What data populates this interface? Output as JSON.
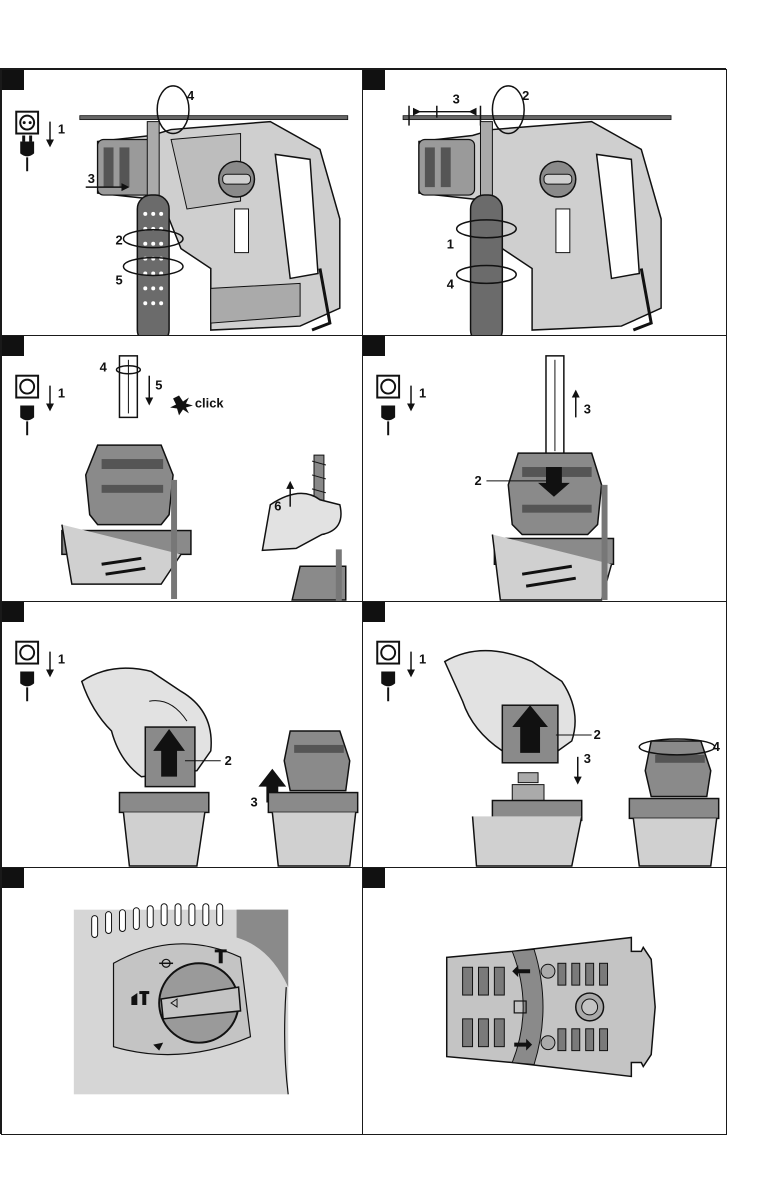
{
  "panels": [
    {
      "id": "panel-1",
      "labels": [
        "1",
        "2",
        "3",
        "4",
        "5"
      ]
    },
    {
      "id": "panel-2",
      "labels": [
        "1",
        "2",
        "3",
        "4"
      ]
    },
    {
      "id": "panel-3",
      "labels": [
        "1",
        "4",
        "5",
        "6"
      ],
      "click_text": "click"
    },
    {
      "id": "panel-4",
      "labels": [
        "1",
        "2",
        "3"
      ]
    },
    {
      "id": "panel-5",
      "labels": [
        "1",
        "2",
        "3"
      ]
    },
    {
      "id": "panel-6",
      "labels": [
        "1",
        "2",
        "3",
        "4"
      ]
    },
    {
      "id": "panel-7",
      "labels": []
    },
    {
      "id": "panel-8",
      "labels": []
    }
  ],
  "icons": [
    "power-socket-icon",
    "power-plug-icon",
    "arrow-icon",
    "rotation-arrow-icon",
    "click-burst-icon",
    "hammer-mode-icon",
    "chisel-mode-icon",
    "drill-mode-icon"
  ]
}
